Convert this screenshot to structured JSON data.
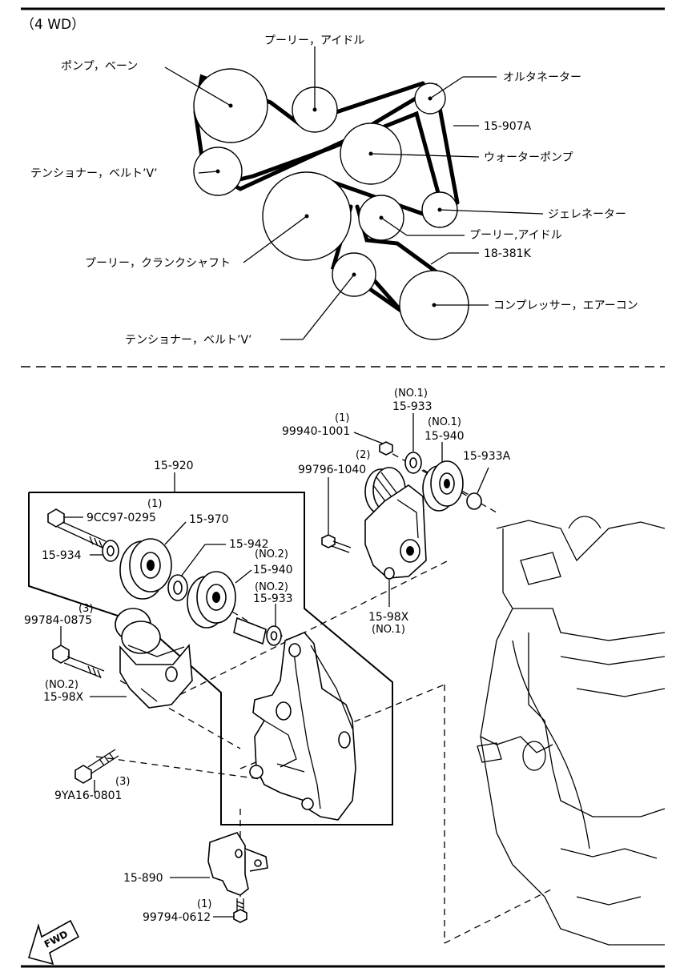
{
  "section_label": "（4 WD）",
  "belt_diagram": {
    "labels": {
      "pump_vane": "ポンプ，ベーン",
      "pulley_idle_top": "プーリー，アイドル",
      "alternator": "オルタネーター",
      "belt_a": "15-907A",
      "water_pump": "ウォーターポンプ",
      "tensioner_upper": "テンショナー，ベルト’V’",
      "generator": "ジェレネーター",
      "pulley_idle_mid": "プーリー,アイドル",
      "belt_k": "18-381K",
      "crankshaft": "プーリー，クランクシャフト",
      "compressor": "コンプレッサー，エアーコン",
      "tensioner_lower": "テンショナー，ベルト’V’"
    }
  },
  "parts": {
    "p15_920": "15-920",
    "p9cc97_qty": "(1)",
    "p9cc97": "9CC97-0295",
    "p15_970": "15-970",
    "p15_934": "15-934",
    "p15_942": "15-942",
    "p15_940_no2_tag": "(NO.2)",
    "p15_940_no2": "15-940",
    "p15_933_no2_tag": "(NO.2)",
    "p15_933_no2": "15-933",
    "p99784_qty": "(3)",
    "p99784": "99784-0875",
    "p15_98x_no2_tag": "(NO.2)",
    "p15_98x_no2": "15-98X",
    "p9ya16": "9YA16-0801",
    "p9ya16_qty": "(3)",
    "p15_890": "15-890",
    "p99794_qty": "(1)",
    "p99794": "99794-0612",
    "p15_933_no1_tag": "(NO.1)",
    "p15_933_no1": "15-933",
    "p99940_qty": "(1)",
    "p99940": "99940-1001",
    "p15_940_no1_tag": "(NO.1)",
    "p15_940_no1": "15-940",
    "p99796_qty": "(2)",
    "p99796": "99796-1040",
    "p15_933a": "15-933A",
    "p15_98x_no1": "15-98X",
    "p15_98x_no1_tag": "(NO.1)"
  },
  "fwd_label": "FWD"
}
